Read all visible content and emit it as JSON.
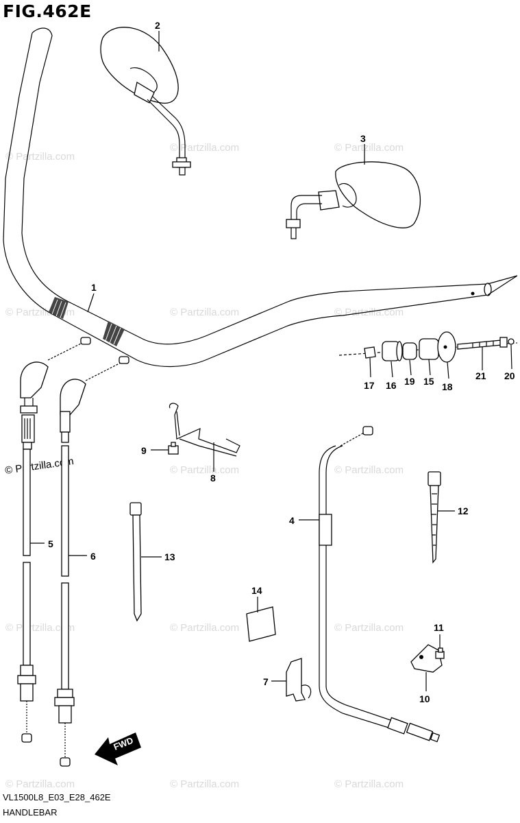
{
  "figure": {
    "title": "FIG.462E",
    "drawing_code": "VL1500L8_E03_E28_462E",
    "section": "HANDLEBAR"
  },
  "watermark": "© Partzilla.com",
  "fwd_label": "FWD",
  "callouts": {
    "p1": "1",
    "p2": "2",
    "p3": "3",
    "p4": "4",
    "p5": "5",
    "p6": "6",
    "p7": "7",
    "p8": "8",
    "p9": "9",
    "p10": "10",
    "p11": "11",
    "p12": "12",
    "p13": "13",
    "p14": "14",
    "p15": "15",
    "p16": "16",
    "p17": "17",
    "p18": "18",
    "p19": "19",
    "p20": "20",
    "p21": "21"
  }
}
